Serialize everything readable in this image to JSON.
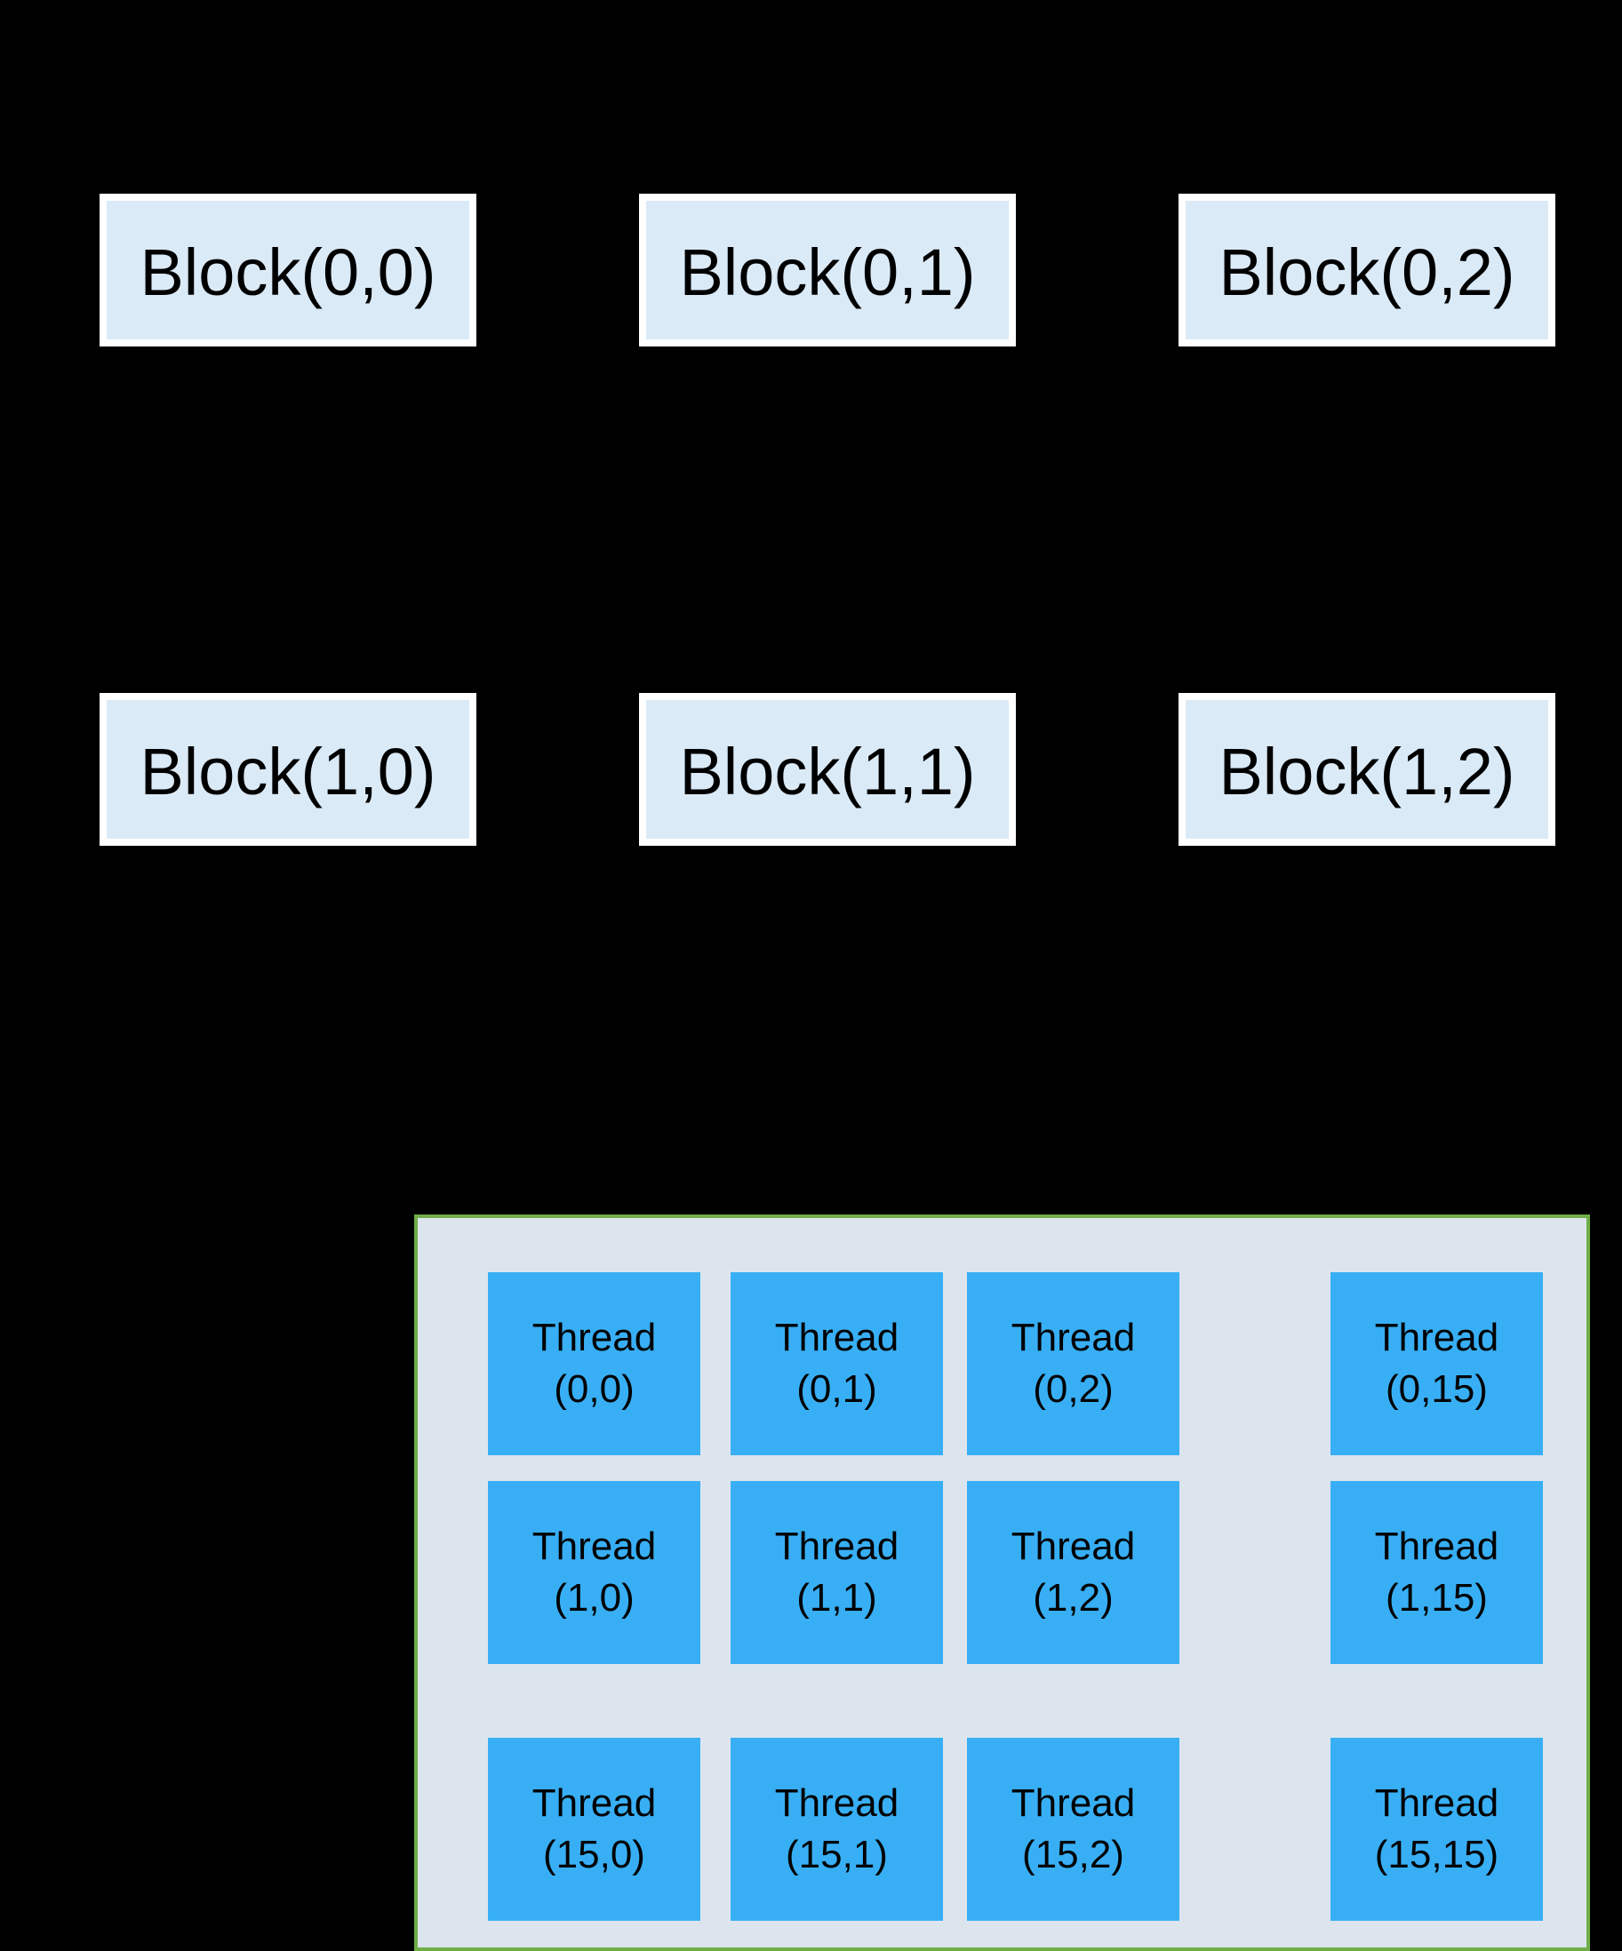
{
  "diagram": {
    "background": "#000000",
    "grid": {
      "block_fill": "#dbeaf7",
      "block_border": "#ffffff",
      "blocks": [
        {
          "label": "Block(0,0)"
        },
        {
          "label": "Block(0,1)"
        },
        {
          "label": "Block(0,2)"
        },
        {
          "label": "Block(1,0)"
        },
        {
          "label": "Block(1,1)"
        },
        {
          "label": "Block(1,2)"
        }
      ]
    },
    "thread_block": {
      "fill": "#dce5ee",
      "border": "#70ad47",
      "cell_fill": "#38aff5",
      "cells": [
        {
          "name": "Thread",
          "coords": "(0,0)"
        },
        {
          "name": "Thread",
          "coords": "(0,1)"
        },
        {
          "name": "Thread",
          "coords": "(0,2)"
        },
        {
          "name": "Thread",
          "coords": "(0,15)"
        },
        {
          "name": "Thread",
          "coords": "(1,0)"
        },
        {
          "name": "Thread",
          "coords": "(1,1)"
        },
        {
          "name": "Thread",
          "coords": "(1,2)"
        },
        {
          "name": "Thread",
          "coords": "(1,15)"
        },
        {
          "name": "Thread",
          "coords": "(15,0)"
        },
        {
          "name": "Thread",
          "coords": "(15,1)"
        },
        {
          "name": "Thread",
          "coords": "(15,2)"
        },
        {
          "name": "Thread",
          "coords": "(15,15)"
        }
      ]
    }
  }
}
